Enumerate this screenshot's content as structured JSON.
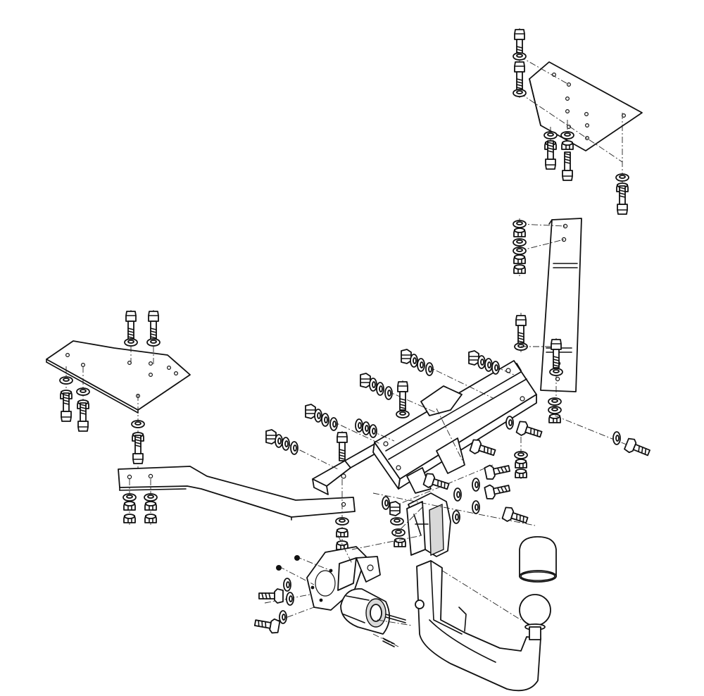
{
  "diagram": {
    "type": "exploded-assembly",
    "labels": [],
    "colors": {
      "line": "#111111",
      "background": "#ffffff",
      "shade": "#d8d8d8"
    },
    "components": [
      "right-mounting-plate",
      "right-side-bracket",
      "left-mounting-plate",
      "left-side-arm",
      "main-crossbar",
      "tow-ball-mount",
      "tow-neck",
      "tow-ball",
      "tow-ball-cap",
      "socket-plate",
      "electrical-socket",
      "bolt-sets"
    ]
  }
}
